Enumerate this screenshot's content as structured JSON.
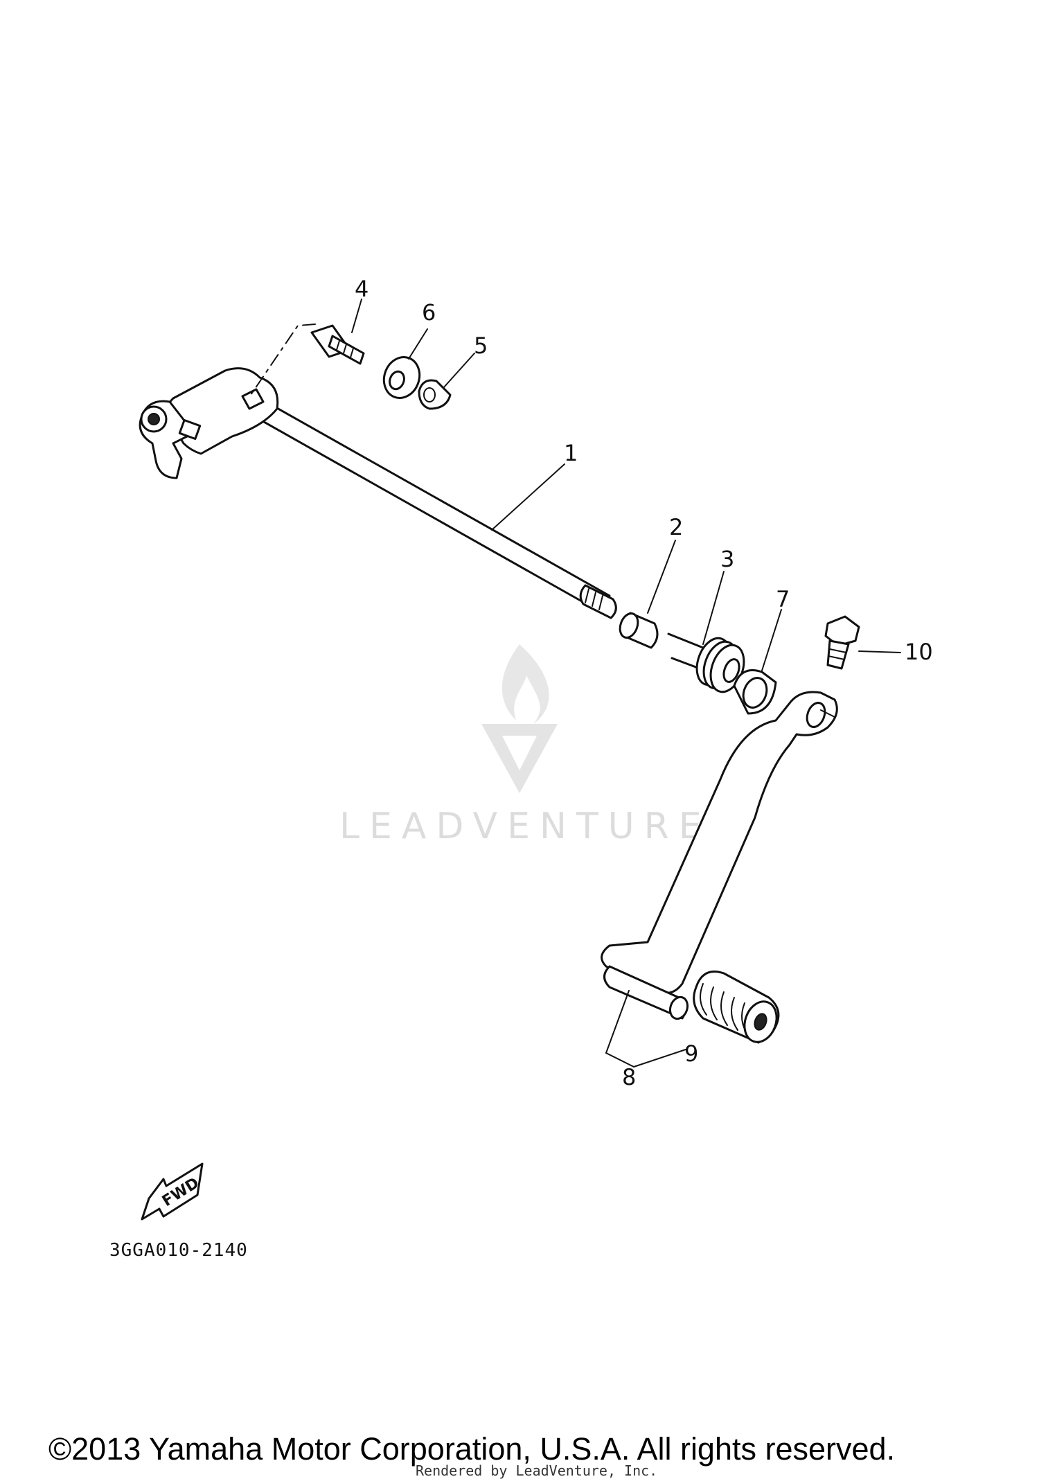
{
  "callouts": [
    {
      "id": "1",
      "text": "1"
    },
    {
      "id": "2",
      "text": "2"
    },
    {
      "id": "3",
      "text": "3"
    },
    {
      "id": "4",
      "text": "4"
    },
    {
      "id": "5",
      "text": "5"
    },
    {
      "id": "6",
      "text": "6"
    },
    {
      "id": "7",
      "text": "7"
    },
    {
      "id": "8",
      "text": "8"
    },
    {
      "id": "9",
      "text": "9"
    },
    {
      "id": "10",
      "text": "10"
    }
  ],
  "fwd_label": "FWD",
  "diagram_code": "3GGA010-2140",
  "watermark": "LEADVENTURE",
  "copyright": "©2013 Yamaha Motor Corporation, U.S.A. All rights reserved.",
  "rendered_by": "Rendered by LeadVenture, Inc."
}
